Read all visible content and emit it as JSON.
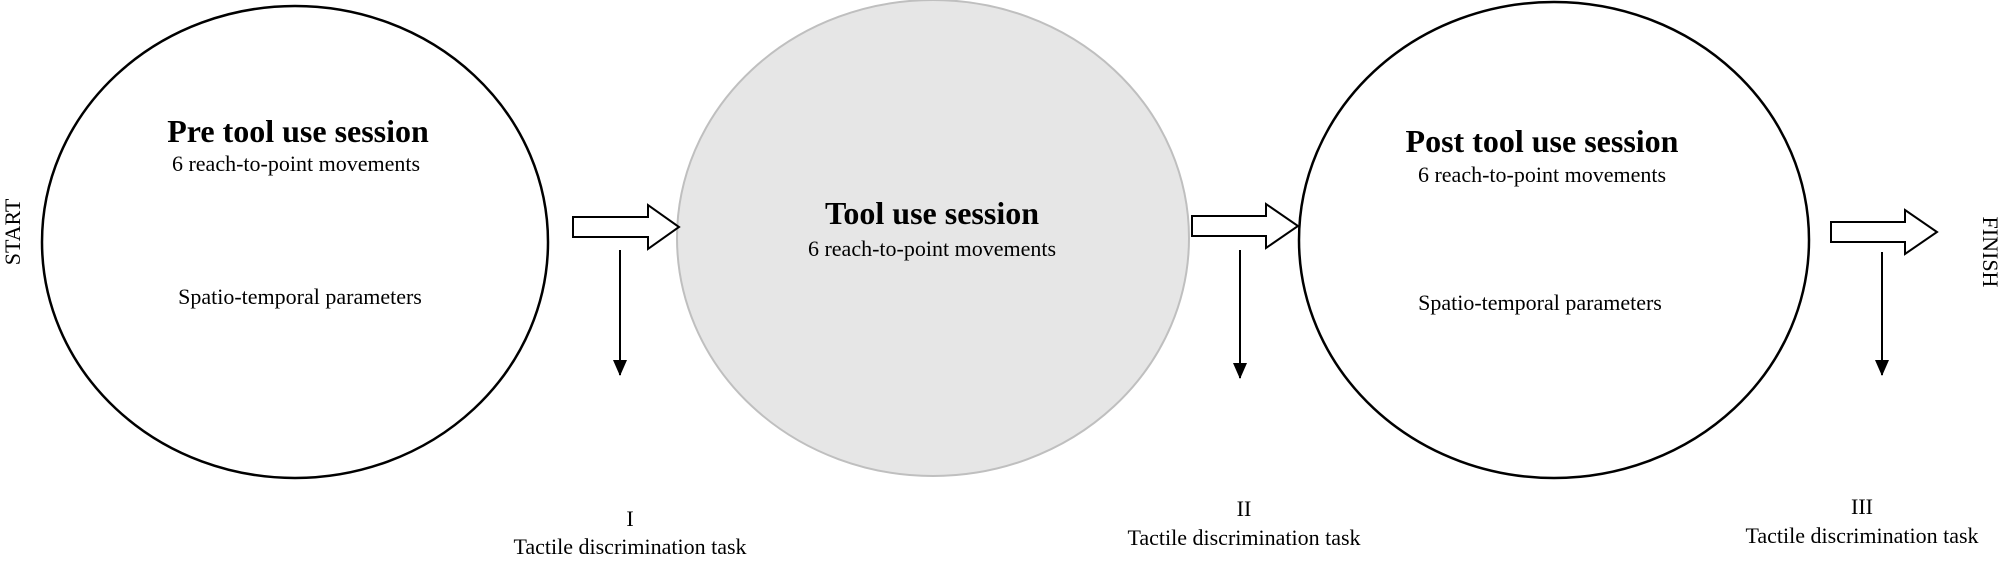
{
  "start_label": "START",
  "finish_label": "FINISH",
  "sessions": [
    {
      "title": "Pre tool use session",
      "subtitle": "6 reach-to-point movements",
      "detail": "Spatio-temporal parameters",
      "fill": "#ffffff"
    },
    {
      "title": "Tool use session",
      "subtitle": "6 reach-to-point movements",
      "detail": "",
      "fill": "#e6e6e6"
    },
    {
      "title": "Post tool use session",
      "subtitle": "6 reach-to-point movements",
      "detail": "Spatio-temporal parameters",
      "fill": "#ffffff"
    }
  ],
  "tasks": [
    {
      "numeral": "I",
      "label": "Tactile discrimination task"
    },
    {
      "numeral": "II",
      "label": "Tactile discrimination task"
    },
    {
      "numeral": "III",
      "label": "Tactile discrimination task"
    }
  ],
  "colors": {
    "stroke": "#000000",
    "tool_session_fill": "#e6e6e6",
    "tool_session_stroke": "#bfbfbf"
  }
}
